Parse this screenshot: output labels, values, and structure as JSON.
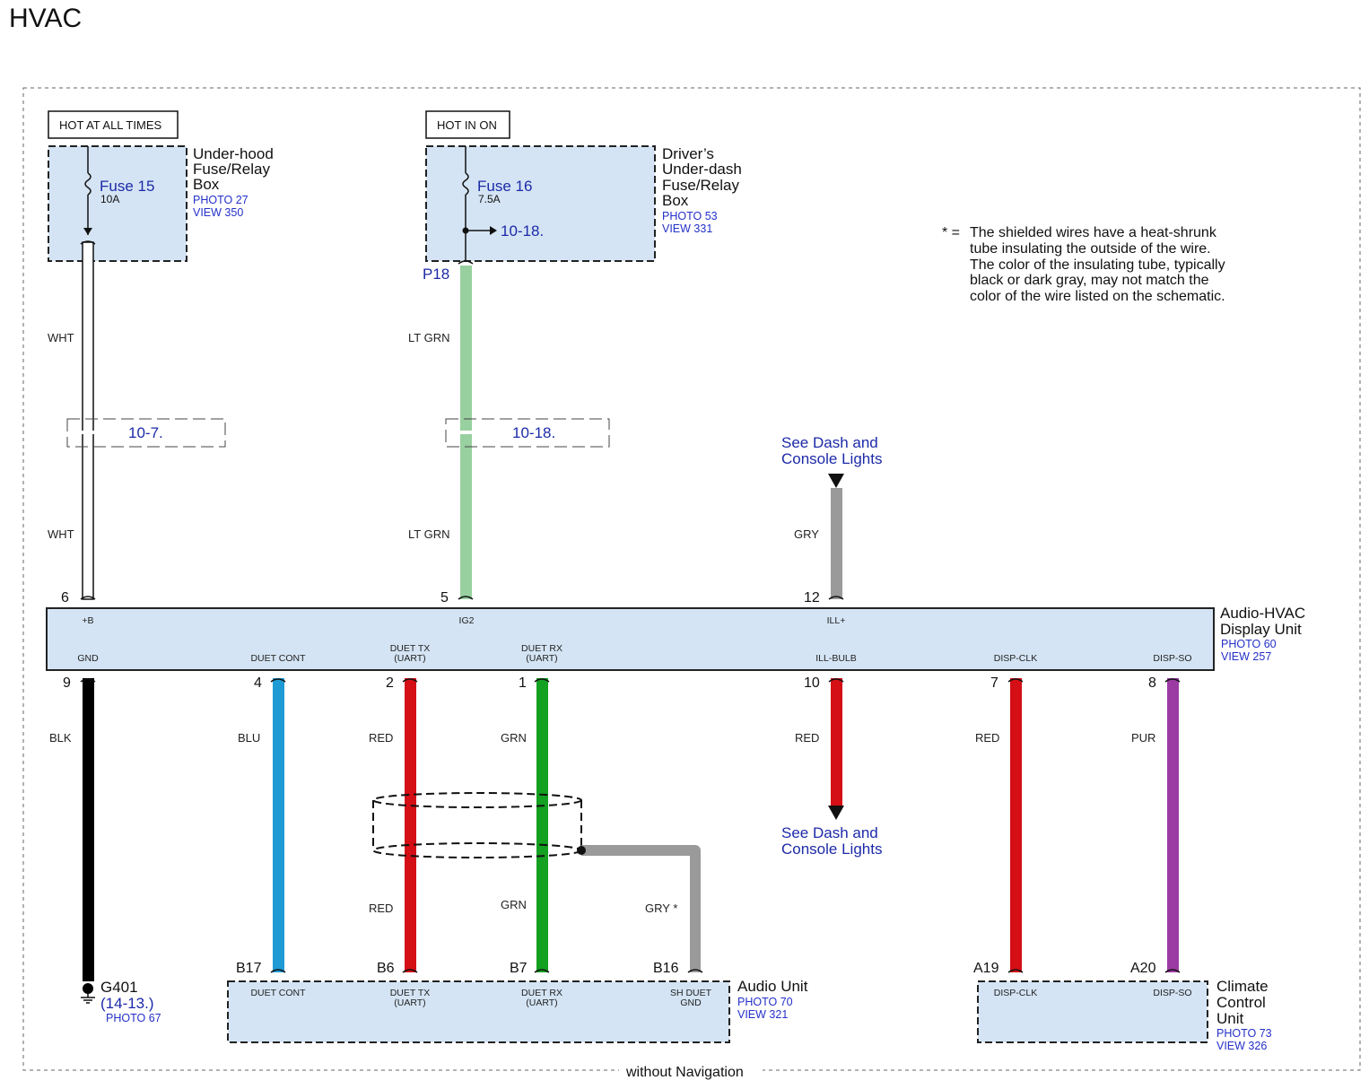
{
  "title": "HVAC",
  "footer": "without Navigation",
  "note": {
    "marker": "* =",
    "lines": [
      "The shielded wires have a heat-shrunk",
      "tube insulating the outside of the wire.",
      "The color of the insulating tube, typically",
      "black or dark gray, may not match the",
      "color of the wire listed on the schematic."
    ]
  },
  "power_labels": {
    "hot_at_all_times": "HOT AT ALL TIMES",
    "hot_in_on": "HOT IN ON"
  },
  "fuse_box_underhood": {
    "name_lines": [
      "Under-hood",
      "Fuse/Relay",
      "Box"
    ],
    "photo": "PHOTO 27",
    "view": "VIEW 350",
    "fuse": "Fuse 15",
    "rating": "10A"
  },
  "fuse_box_dash": {
    "name_lines": [
      "Driver’s",
      "Under-dash",
      "Fuse/Relay",
      "Box"
    ],
    "photo": "PHOTO 53",
    "view": "VIEW 331",
    "fuse": "Fuse 16",
    "rating": "7.5A",
    "branch_ref": "10-18.",
    "connector": "P18"
  },
  "refs": {
    "left_splice": "10-7.",
    "mid_splice": "10-18."
  },
  "dash_lights": {
    "top_lines": [
      "See Dash and",
      "Console Lights"
    ],
    "bottom_lines": [
      "See Dash and",
      "Console Lights"
    ]
  },
  "display_unit": {
    "name_lines": [
      "Audio-HVAC",
      "Display Unit"
    ],
    "photo": "PHOTO 60",
    "view": "VIEW 257",
    "top_pins": [
      {
        "pin": "6",
        "signal": "+B",
        "wire_top": "WHT",
        "wire_bottom": "WHT"
      },
      {
        "pin": "5",
        "signal": "IG2",
        "wire_top": "LT GRN",
        "wire_bottom": "LT GRN"
      },
      {
        "pin": "12",
        "signal": "ILL+",
        "wire": "GRY"
      }
    ],
    "bottom_pins": [
      {
        "pin": "9",
        "signal": "GND",
        "wire": "BLK"
      },
      {
        "pin": "4",
        "signal": "DUET CONT",
        "wire": "BLU"
      },
      {
        "pin": "2",
        "signal_lines": [
          "DUET TX",
          "(UART)"
        ],
        "wire": "RED",
        "wire_lower": "RED"
      },
      {
        "pin": "1",
        "signal_lines": [
          "DUET RX",
          "(UART)"
        ],
        "wire": "GRN",
        "wire_lower": "GRN"
      },
      {
        "pin": "10",
        "signal": "ILL-BULB",
        "wire": "RED"
      },
      {
        "pin": "7",
        "signal": "DISP-CLK",
        "wire": "RED"
      },
      {
        "pin": "8",
        "signal": "DISP-SO",
        "wire": "PUR"
      }
    ]
  },
  "shield_wire": "GRY *",
  "ground": {
    "name": "G401",
    "ref": "(14-13.)",
    "photo": "PHOTO 67"
  },
  "audio_unit": {
    "name": "Audio Unit",
    "photo": "PHOTO 70",
    "view": "VIEW 321",
    "pins": [
      {
        "pin": "B17",
        "signal_lines": [
          "DUET CONT"
        ]
      },
      {
        "pin": "B6",
        "signal_lines": [
          "DUET TX",
          "(UART)"
        ]
      },
      {
        "pin": "B7",
        "signal_lines": [
          "DUET RX",
          "(UART)"
        ]
      },
      {
        "pin": "B16",
        "signal_lines": [
          "SH DUET",
          "GND"
        ]
      }
    ]
  },
  "climate_unit": {
    "name_lines": [
      "Climate",
      "Control",
      "Unit"
    ],
    "photo": "PHOTO 73",
    "view": "VIEW 326",
    "pins": [
      {
        "pin": "A19",
        "signal": "DISP-CLK"
      },
      {
        "pin": "A20",
        "signal": "DISP-SO"
      }
    ]
  },
  "colors": {
    "box_fill": "#d4e4f4",
    "link_blue": "#2430c8",
    "wire_white": "#ffffff",
    "wire_lt_grn": "#98d0a0",
    "wire_gry": "#9a9a9a",
    "wire_blk": "#000000",
    "wire_blu": "#1e9bd4",
    "wire_red": "#d40f15",
    "wire_grn": "#14a020",
    "wire_pur": "#9c3aa4"
  }
}
